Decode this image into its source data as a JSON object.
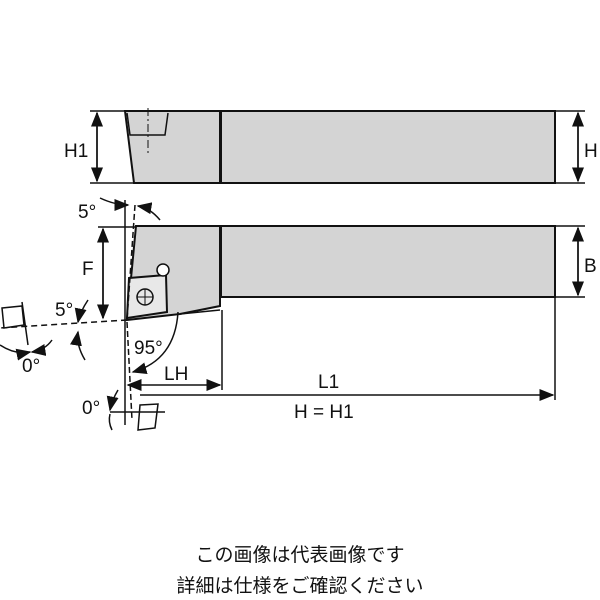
{
  "labels": {
    "h1_top": "H1",
    "h_right": "H",
    "b_right": "B",
    "f": "F",
    "angle_top": "5°",
    "angle_left": "5°",
    "angle_zero_left": "0°",
    "angle_zero_bottom": "0°",
    "angle_95": "95°",
    "lh": "LH",
    "l1": "L1",
    "h_eq": "H = H1"
  },
  "caption": {
    "line1": "この画像は代表画像です",
    "line2": "詳細は仕様をご確認ください"
  },
  "colors": {
    "body_fill": "#d4d4d4",
    "stroke": "#111111"
  }
}
